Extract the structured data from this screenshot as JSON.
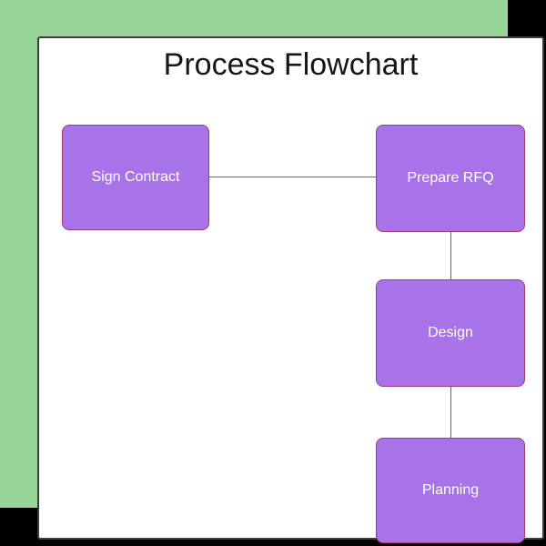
{
  "title": "Process Flowchart",
  "diagram": {
    "nodes": [
      {
        "id": "sign-contract",
        "label": "Sign Contract"
      },
      {
        "id": "prepare-rfq",
        "label": "Prepare RFQ"
      },
      {
        "id": "design",
        "label": "Design"
      },
      {
        "id": "planning",
        "label": "Planning"
      }
    ],
    "edges": [
      {
        "from": "Sign Contract",
        "to": "Prepare RFQ",
        "direction": "horizontal"
      },
      {
        "from": "Prepare RFQ",
        "to": "Design",
        "direction": "vertical"
      },
      {
        "from": "Design",
        "to": "Planning",
        "direction": "vertical"
      }
    ]
  },
  "colors": {
    "page_background": "#000000",
    "backdrop_green": "#98d598",
    "canvas_background": "#ffffff",
    "canvas_border": "#3d3d3d",
    "node_fill": "#a873e9",
    "node_border": "#a43b6e",
    "node_text": "#ffffff",
    "connector": "#666666",
    "title_text": "#161616"
  }
}
